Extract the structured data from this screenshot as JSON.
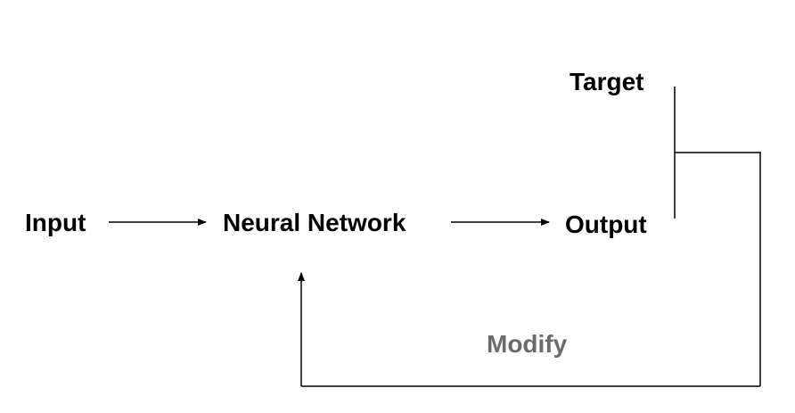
{
  "nodes": {
    "input": "Input",
    "neural_network": "Neural Network",
    "output": "Output",
    "target": "Target"
  },
  "feedback": {
    "label": "Modify",
    "label_color": "#6b6b6b"
  },
  "colors": {
    "line": "#000000",
    "text": "#000000"
  }
}
